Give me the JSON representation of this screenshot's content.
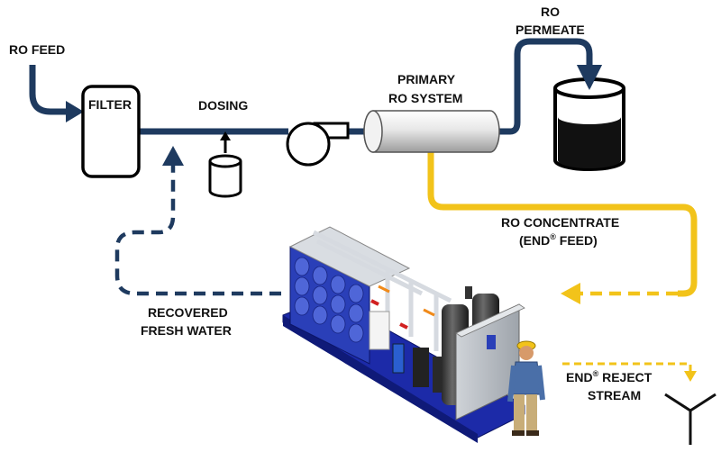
{
  "labels": {
    "ro_feed": "RO FEED",
    "filter": "FILTER",
    "dosing": "DOSING",
    "primary_ro_line1": "PRIMARY",
    "primary_ro_line2": "RO SYSTEM",
    "ro_permeate_line1": "RO",
    "ro_permeate_line2": "PERMEATE",
    "ro_concentrate_line1": "RO CONCENTRATE",
    "end_feed_prefix": "(END",
    "end_feed_suffix": " FEED)",
    "recovered_line1": "RECOVERED",
    "recovered_line2": "FRESH WATER",
    "end_reject_prefix": "END",
    "end_reject_suffix": " REJECT",
    "end_reject_line2": "STREAM",
    "registered_mark": "®"
  },
  "colors": {
    "feed_line": "#1e3a5f",
    "concentrate_line": "#f2c31a",
    "outline": "#000000",
    "equipment_blue": "#1c2aa8",
    "skid_blue": "#2a3fb8"
  }
}
